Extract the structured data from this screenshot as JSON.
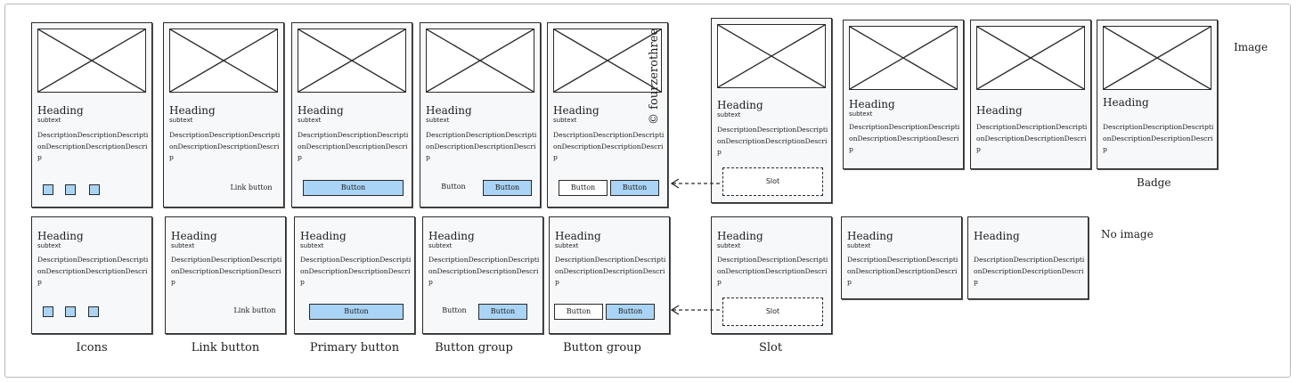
{
  "card": {
    "heading": "Heading",
    "subtext": "subtext",
    "description": "DescriptionDescriptionDescriptionDescriptionDescriptionDescrip"
  },
  "buttons": {
    "link": "Link button",
    "button": "Button",
    "slot": "Slot"
  },
  "watermark": "© fourzerothree",
  "side_labels": {
    "image": "Image",
    "badge": "Badge",
    "no_image": "No image"
  },
  "bottom_labels": {
    "icons": "Icons",
    "link_button": "Link button",
    "primary_button": "Primary button",
    "button_group_1": "Button group",
    "button_group_2": "Button group",
    "slot": "Slot"
  },
  "icons": [
    "image-placeholder-icon",
    "blue-square-icon",
    "dashed-arrow-icon"
  ],
  "colors": {
    "card_bg": "#f7f8fa",
    "accent_blue": "#a9d4f5",
    "stroke": "#2a2a2a"
  }
}
